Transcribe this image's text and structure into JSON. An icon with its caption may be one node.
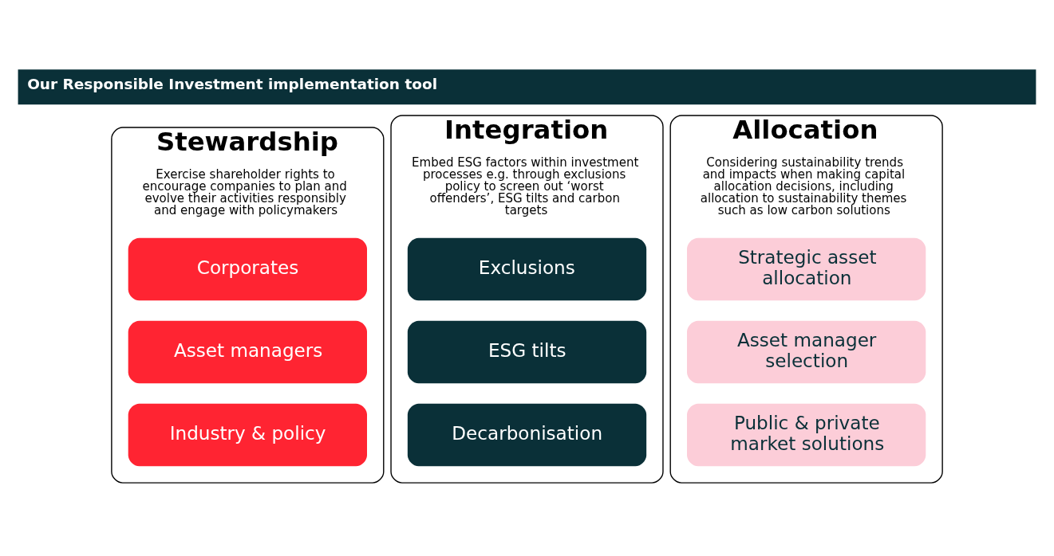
{
  "diagram": {
    "title": "Our Responsible Investment implementation tool",
    "nodes": [
      {
        "text": [
          "Stewardship",
          "Exercise shareholder rights to encourage companies to plan and evolve their activities responsibly and engage with policymakers"
        ]
      },
      {
        "text": [
          "Corporates"
        ],
        "in": 0
      },
      {
        "text": [
          "Asset managers"
        ],
        "in": 0
      },
      {
        "text": [
          "Industry & policy"
        ],
        "in": 0
      },
      {
        "text": [
          "Integration",
          "Embed ESG factors within investment processes e.g. through exclusions policy to screen out ‘worst offenders’, ESG tilts and carbon targets"
        ]
      },
      {
        "text": [
          "Exclusions"
        ],
        "in": 4
      },
      {
        "text": [
          "ESG tilts"
        ],
        "in": 4
      },
      {
        "text": [
          "Decarbonisation"
        ],
        "in": 4
      },
      {
        "text": [
          "Allocation",
          "Considering sustainability trends and impacts when making capital allocation decisions, including allocation to sustainability themes such as low carbon solutions"
        ]
      },
      {
        "text": [
          "Strategic asset allocation"
        ],
        "in": 8
      },
      {
        "text": [
          "Asset manager selection"
        ],
        "in": 8
      },
      {
        "text": [
          "Public & private market solutions"
        ],
        "in": 8
      }
    ]
  }
}
